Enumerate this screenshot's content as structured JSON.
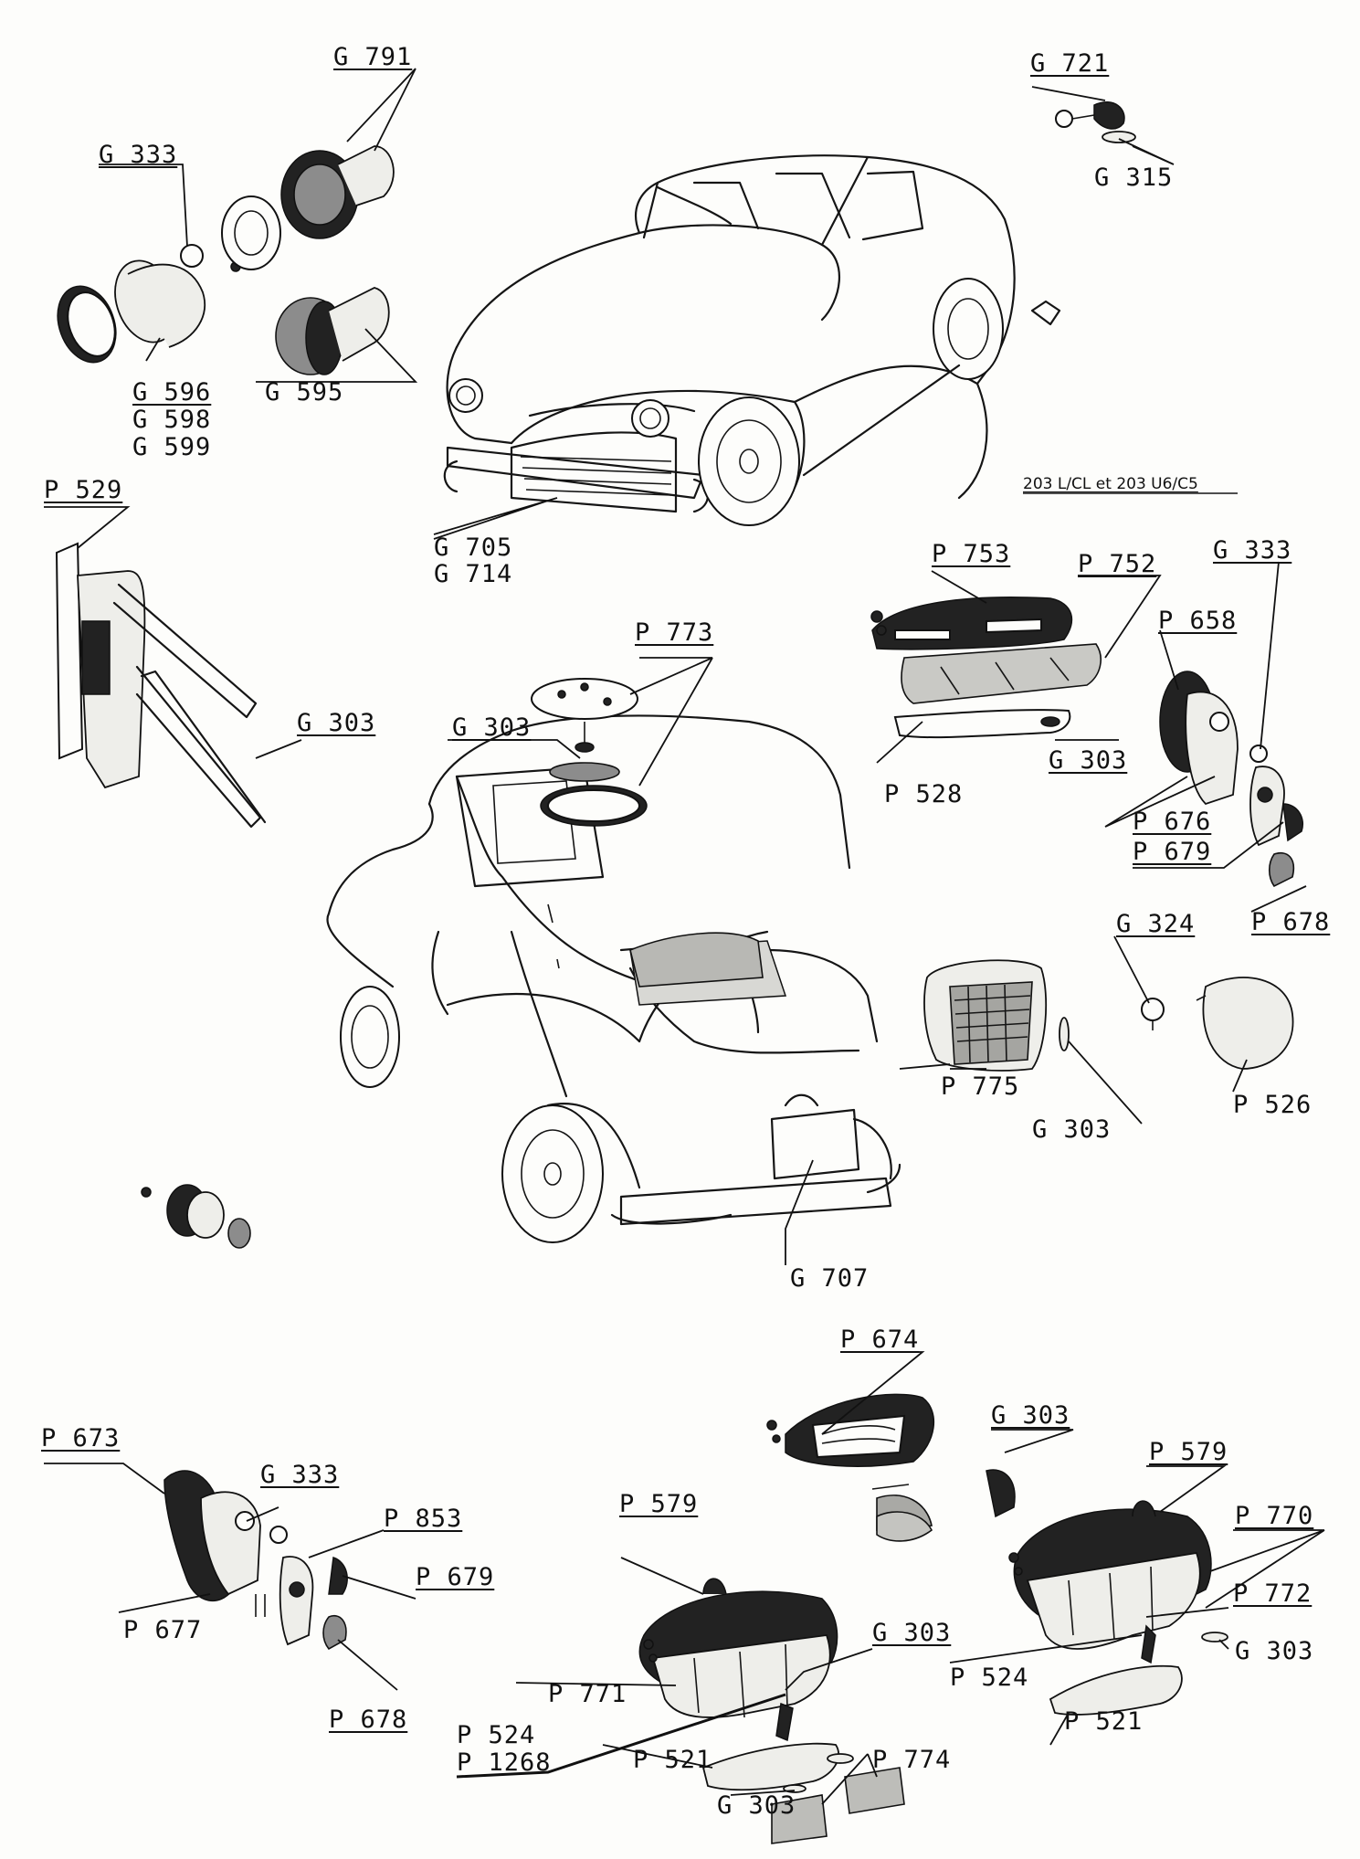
{
  "model_caption": "203 L/CL et 203 U6/C5",
  "labels": {
    "g791": "G 791",
    "g333_a": "G 333",
    "g596": "G 596",
    "g598": "G 598",
    "g599": "G 599",
    "g595": "G 595",
    "g721": "G 721",
    "g315": "G 315",
    "g705": "G 705",
    "g714": "G 714",
    "p529": "P 529",
    "g303_a": "G 303",
    "p773": "P 773",
    "g303_b": "G 303",
    "p753": "P 753",
    "p752": "P 752",
    "g333_b": "G 333",
    "p658": "P 658",
    "g303_c": "G 303",
    "p528": "P 528",
    "p676": "P 676",
    "p679_a": "P 679",
    "p678_a": "P 678",
    "g324": "G 324",
    "p775": "P 775",
    "g303_d": "G 303",
    "p526": "P 526",
    "g707": "G 707",
    "p674": "P 674",
    "g303_e": "G 303",
    "p579_a": "P 579",
    "p770": "P 770",
    "p673": "P 673",
    "g333_c": "G 333",
    "p853": "P 853",
    "p679_b": "P 679",
    "p677": "P 677",
    "p678_b": "P 678",
    "p579_b": "P 579",
    "p772": "P 772",
    "g303_f": "G 303",
    "p524_a": "P 524",
    "p521_a": "P 521",
    "g303_g": "G 303",
    "p771": "P 771",
    "p524_b": "P 524",
    "p1268": "P 1268",
    "p521_b": "P 521",
    "p774": "P 774",
    "g303_h": "G 303"
  }
}
